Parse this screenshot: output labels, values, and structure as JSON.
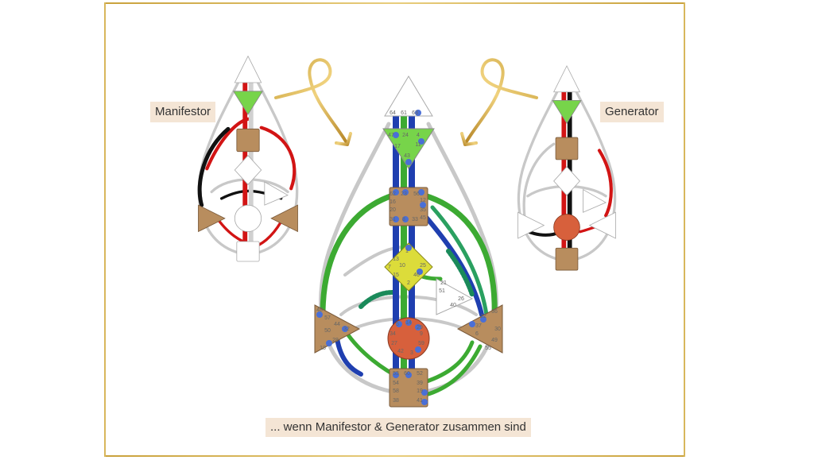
{
  "labels": {
    "left": "Manifestor",
    "right": "Generator",
    "caption": "... wenn Manifestor & Generator zusammen sind"
  },
  "colors": {
    "frame_gold": "#c9a13b",
    "label_bg": "#f4e5d5",
    "center_brown": "#b88d5e",
    "throat_green": "#77d44a",
    "g_yellow": "#dcdc3a",
    "sacral_red": "#d7603c",
    "channel_red": "#d21414",
    "channel_black": "#111111",
    "channel_green": "#3caa32",
    "channel_blue": "#1f3fb0"
  },
  "center_gates": {
    "head": [
      "64",
      "61",
      "63"
    ],
    "ajna": [
      "47",
      "24",
      "4",
      "11",
      "17",
      "43"
    ],
    "throat": [
      "62",
      "23",
      "56",
      "16",
      "20",
      "31",
      "8",
      "33",
      "12",
      "35",
      "45"
    ],
    "g": [
      "1",
      "13",
      "7",
      "15",
      "46",
      "10",
      "2",
      "25"
    ],
    "heart": [
      "21",
      "51",
      "26",
      "40"
    ],
    "spleen": [
      "48",
      "57",
      "44",
      "50",
      "32",
      "28",
      "18"
    ],
    "sacral": [
      "5",
      "14",
      "29",
      "34",
      "27",
      "59",
      "42",
      "3",
      "9"
    ],
    "solar": [
      "36",
      "22",
      "37",
      "6",
      "49",
      "55",
      "30"
    ],
    "root": [
      "53",
      "60",
      "52",
      "54",
      "58",
      "38",
      "39",
      "19",
      "41"
    ]
  }
}
